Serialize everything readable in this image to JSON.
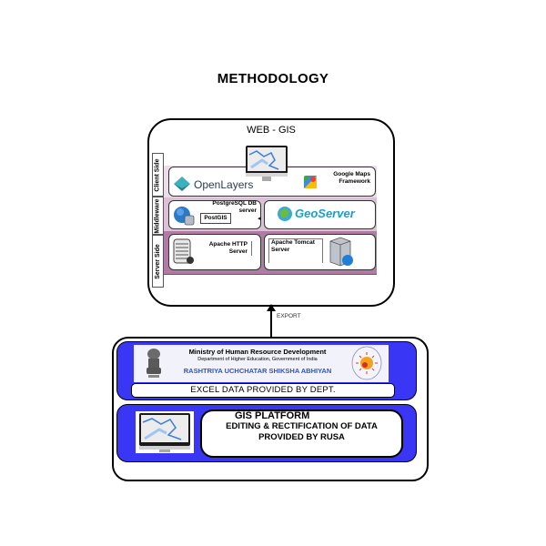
{
  "title": "METHODOLOGY",
  "web_gis": {
    "title": "WEB - GIS",
    "layers": [
      {
        "label": "Client Side"
      },
      {
        "label": "Middleware"
      },
      {
        "label": "Server Side"
      }
    ],
    "client": {
      "openlayers_label": "OpenLayers",
      "google_maps_line1": "Google Maps",
      "google_maps_line2": "Framework"
    },
    "middleware": {
      "postgres_line1": "PostgreSQL DB",
      "postgres_line2": "server",
      "postgis_label": "PostGIS",
      "geoserver_label": "GeoServer"
    },
    "server": {
      "apache_http_line1": "Apache HTTP",
      "apache_http_line2": "Server",
      "tomcat_line1": "Apache Tomcat",
      "tomcat_line2": "Server"
    }
  },
  "arrow_label": "EXPORT",
  "bottom": {
    "ministry": "Ministry of Human Resource Development",
    "department": "Department of Higher Education, Government of India",
    "rusa": "RASHTRIYA UCHCHATAR SHIKSHA ABHIYAN",
    "excel_label": "EXCEL DATA PROVIDED BY DEPT.",
    "gis_platform_title": "GIS PLATFORM",
    "gis_line1": "EDITING & RECTIFICATION OF DATA",
    "gis_line2": "PROVIDED BY RUSA"
  },
  "colors": {
    "blue_panel": "#3a36f5",
    "client_band": "#ecdde8",
    "middleware_band": "#dcc1d6",
    "server_band": "#b07ca3",
    "rusa_text": "#2f55c8"
  }
}
